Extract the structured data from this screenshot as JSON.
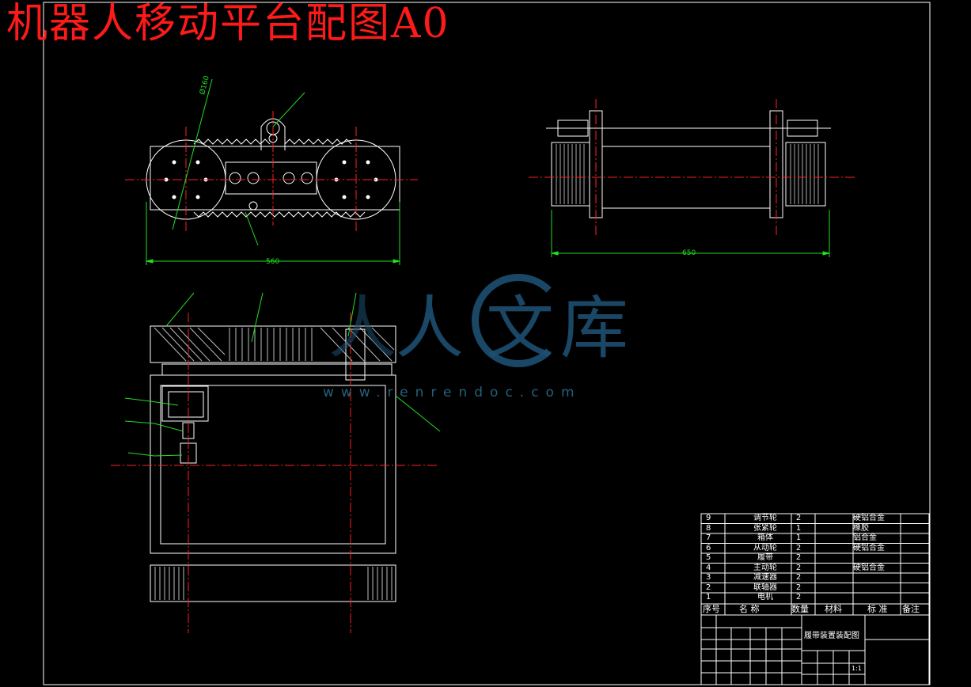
{
  "drawing": {
    "title": "机器人移动平台配图A0",
    "watermark": {
      "cn_chars": [
        "人",
        "人",
        "文",
        "库"
      ],
      "url": "www.renrendoc.com"
    },
    "dimensions": {
      "side_view_diameter": "Ø160",
      "side_view_width": "560",
      "top_view_width": "650"
    },
    "bom": {
      "header": {
        "no": "序号",
        "name": "名 称",
        "qty": "数量",
        "material": "材料",
        "standard": "标 准",
        "remark": "备注"
      },
      "rows": [
        {
          "no": "9",
          "name": "调节轮",
          "qty": "2",
          "material": "硬铝合金"
        },
        {
          "no": "8",
          "name": "张紧轮",
          "qty": "1",
          "material": "橡胶"
        },
        {
          "no": "7",
          "name": "箱体",
          "qty": "1",
          "material": "铝合金"
        },
        {
          "no": "6",
          "name": "从动轮",
          "qty": "2",
          "material": "硬铝合金"
        },
        {
          "no": "5",
          "name": "履带",
          "qty": "2",
          "material": ""
        },
        {
          "no": "4",
          "name": "主动轮",
          "qty": "2",
          "material": "硬铝合金"
        },
        {
          "no": "3",
          "name": "减速器",
          "qty": "2",
          "material": ""
        },
        {
          "no": "2",
          "name": "联轴器",
          "qty": "2",
          "material": ""
        },
        {
          "no": "1",
          "name": "电机",
          "qty": "2",
          "material": ""
        }
      ]
    },
    "title_block": {
      "drawing_name": "履带装置装配图",
      "scale": "1:1"
    },
    "colors": {
      "background": "#000000",
      "title": "#ff1a1a",
      "outline": "#ffffff",
      "centerline": "#ff2020",
      "leader": "#22dd22",
      "dimension": "#00ffff",
      "watermark": "#1d4f72"
    }
  }
}
